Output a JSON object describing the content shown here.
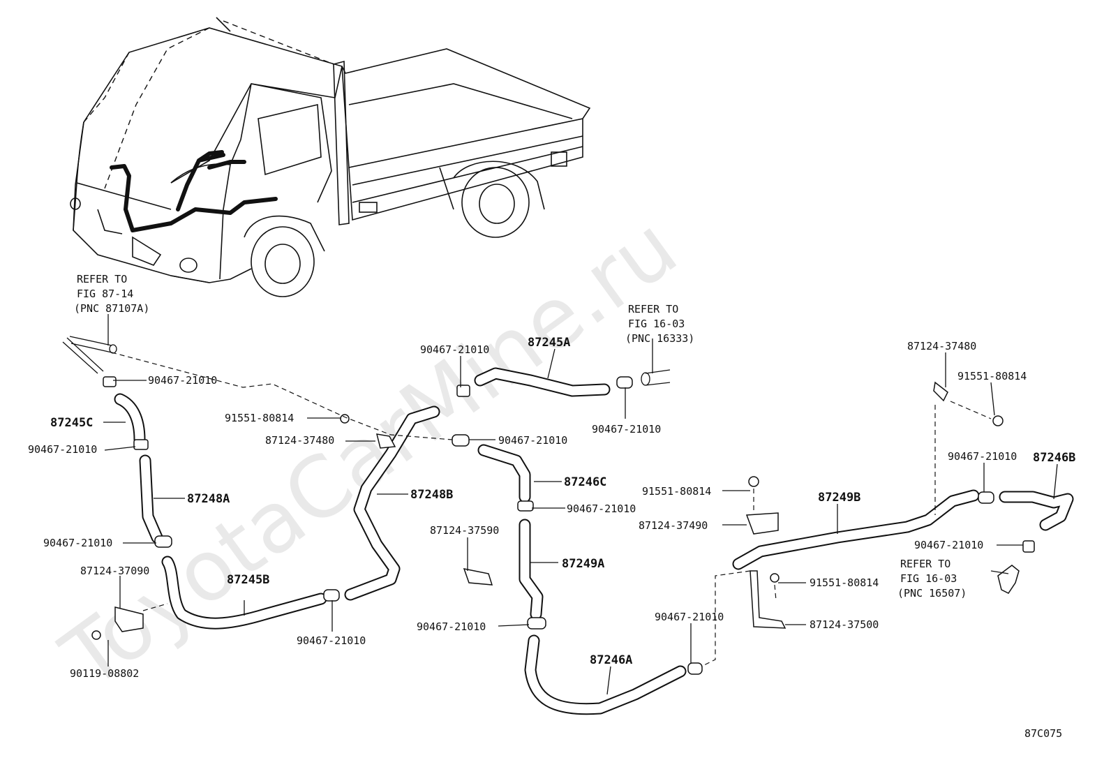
{
  "watermark": "ToyotaCarMine.ru",
  "figure_code": "87C075",
  "references": {
    "top_left": [
      "REFER TO",
      "FIG 87-14",
      "(PNC 87107A)"
    ],
    "top_mid": [
      "REFER TO",
      "FIG 16-03",
      "(PNC 16333)"
    ],
    "right": [
      "REFER TO",
      "FIG 16-03",
      "(PNC 16507)"
    ]
  },
  "part_labels": [
    "90467-21010",
    "87245C",
    "90467-21010",
    "87248A",
    "90467-21010",
    "87124-37090",
    "90119-08802",
    "87245B",
    "90467-21010",
    "91551-80814",
    "87124-37480",
    "87248B",
    "90467-21010",
    "87245A",
    "90467-21010",
    "90467-21010",
    "87246C",
    "90467-21010",
    "87124-37590",
    "87249A",
    "90467-21010",
    "87246A",
    "91551-80814",
    "87124-37490",
    "90467-21010",
    "87249B",
    "87124-37480",
    "91551-80814",
    "90467-21010",
    "87246B",
    "90467-21010",
    "91551-80814",
    "87124-37500"
  ]
}
